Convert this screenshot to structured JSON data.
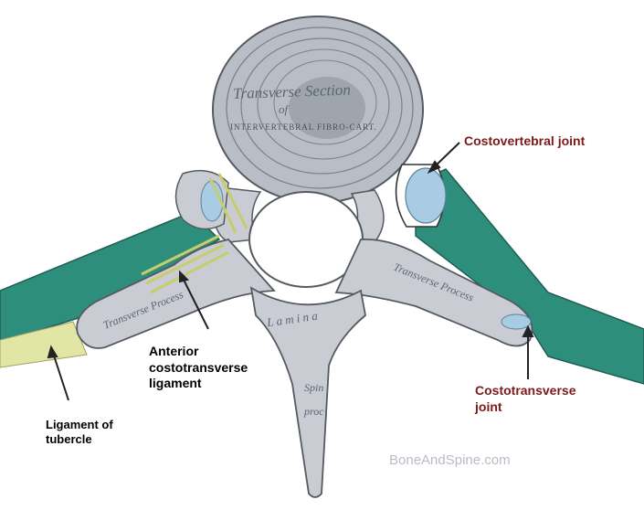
{
  "labels": {
    "costovertebral_joint": "Costovertebral joint",
    "anterior_ligament": [
      "Anterior",
      "costotransverse",
      "ligament"
    ],
    "costotransverse_joint": [
      "Costotransverse",
      "joint"
    ],
    "ligament_of_tubercle": [
      "Ligament of",
      "tubercle"
    ]
  },
  "engraved": {
    "section_line1": "Transverse Section",
    "section_of": "of",
    "section_line2": "INTERVERTEBRAL FIBRO-CART.",
    "transverse_left": "Transverse Process",
    "transverse_right": "Transverse Process",
    "lamina": "L a m i n a",
    "spinous_1": "Spin",
    "spinous_2": "proc"
  },
  "watermark": "BoneAndSpine.com",
  "colors": {
    "bone": "#c9cdd3",
    "bone_shadow": "#8e949c",
    "ligament_teal": "#2e8e7c",
    "cartilage_blue": "#a8cce4",
    "ligament_yellow": "#e2e6a4",
    "label_red": "#7a1a1a",
    "label_dark": "#000000"
  }
}
